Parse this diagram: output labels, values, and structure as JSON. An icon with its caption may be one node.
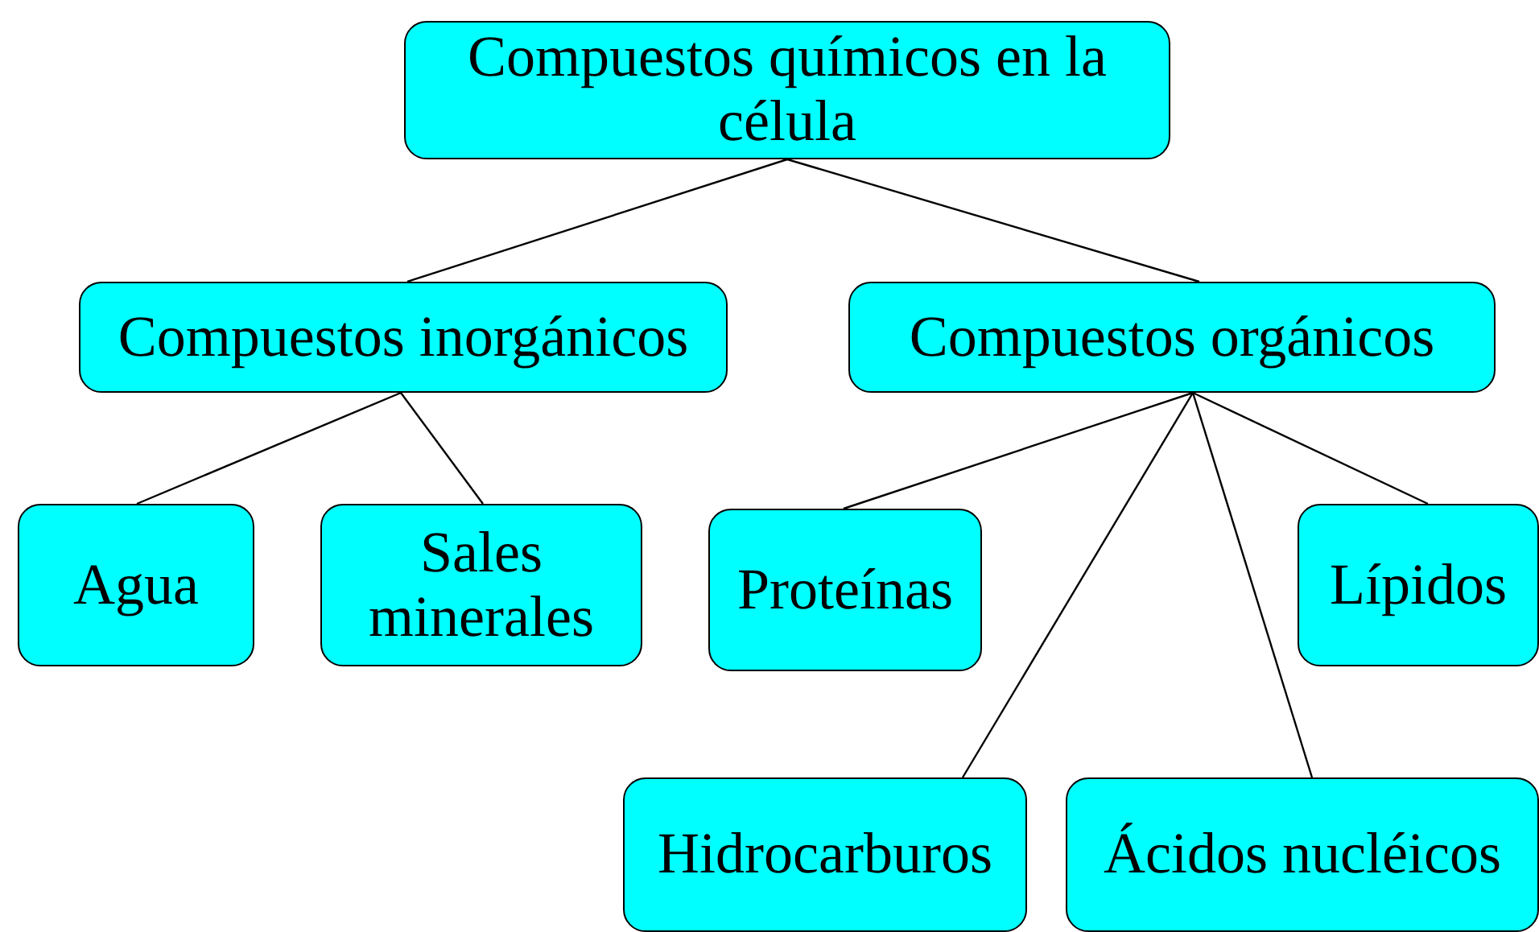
{
  "diagram": {
    "nodes": [
      {
        "text": [
          "Compuestos químicos en la célula"
        ]
      },
      {
        "text": [
          "Compuestos inorgánicos"
        ]
      },
      {
        "text": [
          "Compuestos orgánicos"
        ]
      },
      {
        "text": [
          "Agua"
        ]
      },
      {
        "text": [
          "Sales minerales"
        ]
      },
      {
        "text": [
          "Proteínas"
        ]
      },
      {
        "text": [
          "Lípidos"
        ]
      },
      {
        "text": [
          "Hidrocarburos"
        ]
      },
      {
        "text": [
          "Ácidos nucléicos"
        ]
      }
    ],
    "edges": [
      {
        "from": 0,
        "to": 1,
        "arrow": "none"
      },
      {
        "from": 0,
        "to": 2,
        "arrow": "none"
      },
      {
        "from": 1,
        "to": 3,
        "arrow": "none"
      },
      {
        "from": 1,
        "to": 4,
        "arrow": "none"
      },
      {
        "from": 2,
        "to": 5,
        "arrow": "none"
      },
      {
        "from": 2,
        "to": 6,
        "arrow": "none"
      },
      {
        "from": 2,
        "to": 7,
        "arrow": "none"
      },
      {
        "from": 2,
        "to": 8,
        "arrow": "none"
      }
    ]
  }
}
